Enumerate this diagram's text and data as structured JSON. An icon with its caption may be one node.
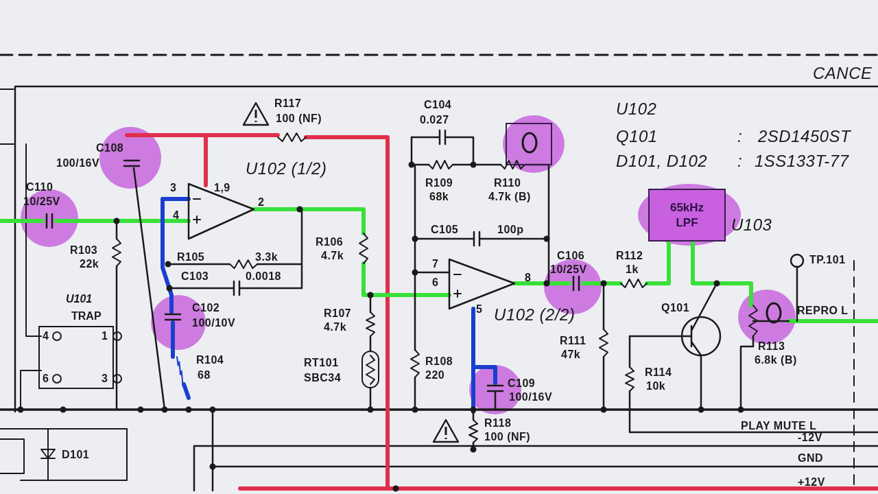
{
  "diagram": {
    "nodes": [
      {
        "text": [
          "U101",
          "TRAP",
          "4",
          "1",
          "6",
          "3"
        ]
      },
      {
        "text": [
          "65kHz LPF"
        ],
        "beside": [
          "U103"
        ]
      }
    ],
    "labels": [
      "CANCE",
      "R117",
      "100 (NF)",
      "C104",
      "0.027",
      "U102",
      "Q101",
      ":",
      "2SD1450ST",
      "D101, D102",
      ":",
      "1SS133T-77",
      "C108",
      "100/16V",
      "U102 (1/2)",
      "R109",
      "68k",
      "R110",
      "4.7k (B)",
      "3",
      "1,9",
      "C110",
      "10/25V",
      "2",
      "4",
      "C105",
      "100p",
      "R106",
      "4.7k",
      "R103",
      "22k",
      "R105",
      "3.3k",
      "7",
      "C106",
      "10/25V",
      "R112",
      "1k",
      "TP.101",
      "C103",
      "0.0018",
      "6",
      "8",
      "U102 (2/2)",
      "5",
      "Q101",
      "REPRO L",
      "C102",
      "100/10V",
      "R107",
      "4.7k",
      "R111",
      "47k",
      "R113",
      "6.8k (B)",
      "R104",
      "68",
      "RT101",
      "SBC34",
      "R108",
      "220",
      "R114",
      "10k",
      "C109",
      "100/16V",
      "R118",
      "100 (NF)",
      "PLAY MUTE L",
      "D101",
      "-12V",
      "GND",
      "+12V"
    ]
  }
}
